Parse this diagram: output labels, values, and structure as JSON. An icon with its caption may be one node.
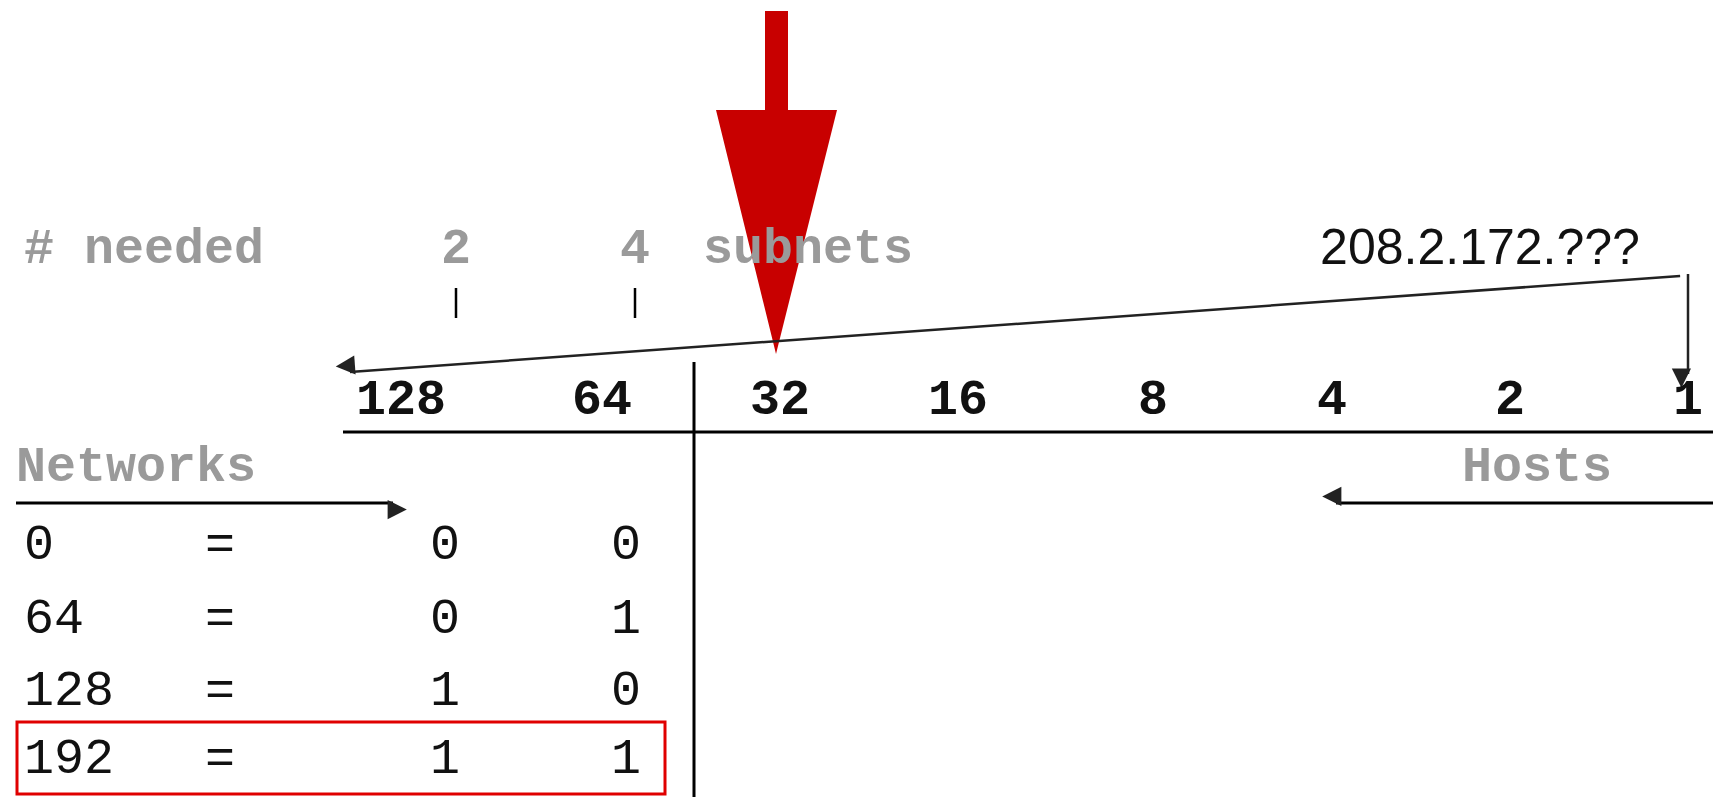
{
  "diagram": {
    "nodes": [
      {
        "text": [
          "208.2.172.???"
        ]
      },
      {
        "text": [
          "1"
        ]
      },
      {
        "text": [
          "128"
        ]
      }
    ],
    "edges": [
      {
        "from": 0,
        "to": 1,
        "arrow": "to"
      },
      {
        "from": 0,
        "to": 2,
        "arrow": "to"
      }
    ],
    "labels": [
      "# needed",
      "2",
      "4",
      "subnets",
      "64",
      "32",
      "16",
      "8",
      "4",
      "2",
      "Networks",
      "Hosts",
      "0",
      "=",
      "0",
      "0",
      "64",
      "=",
      "0",
      "1",
      "128",
      "=",
      "1",
      "0",
      "192",
      "=",
      "1",
      "1"
    ]
  }
}
